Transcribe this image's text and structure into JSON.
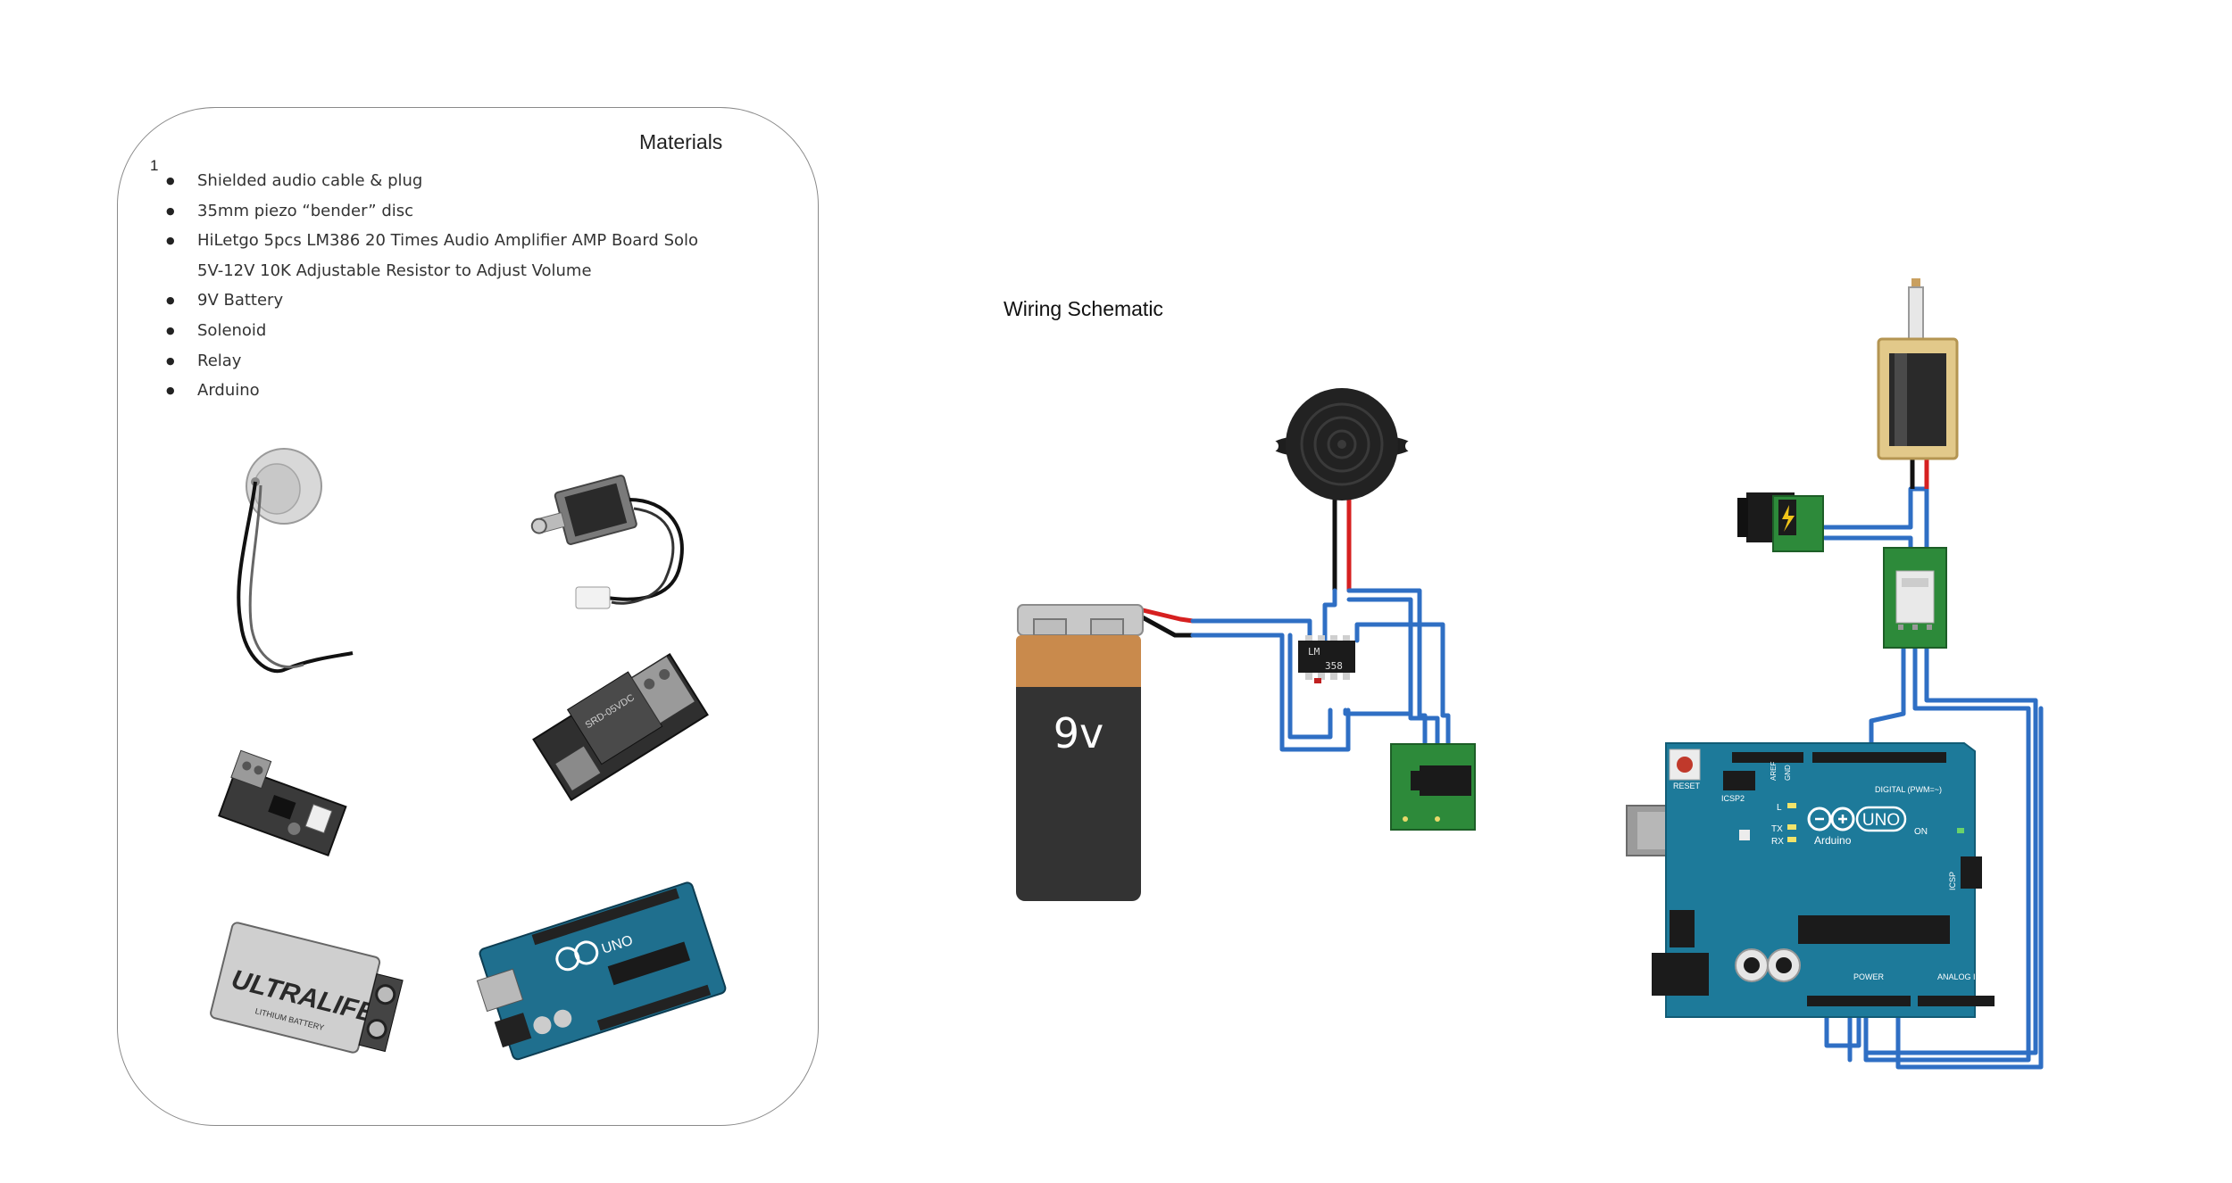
{
  "card": {
    "title": "Materials",
    "page_number": "1",
    "items": [
      "Shielded audio cable & plug",
      "35mm piezo “bender” disc",
      "HiLetgo 5pcs LM386 20 Times Audio Amplifier AMP Board Solo 5V-12V 10K Adjustable Resistor to Adjust Volume",
      "9V Battery",
      "Solenoid",
      "Relay",
      "Arduino"
    ],
    "photos": {
      "battery_brand": "ULTRALIFE",
      "battery_sub": "LITHIUM BATTERY",
      "arduino_label": "UNO",
      "relay_label": "SRD-05VDC"
    }
  },
  "schematic": {
    "title": "Wiring Schematic",
    "battery_label": "9v",
    "ic_label_top": "LM",
    "ic_label_bottom": "358",
    "arduino": {
      "logo_text": "UNO",
      "brand": "Arduino",
      "reset": "RESET",
      "icsp2": "ICSP2",
      "icsp": "ICSP",
      "digital": "DIGITAL (PWM=~)",
      "power": "POWER",
      "analog": "ANALOG IN",
      "on": "ON",
      "l": "L",
      "tx": "TX",
      "rx": "RX",
      "aref": "AREF",
      "gnd": "GND"
    }
  },
  "colors": {
    "wire": "#2f6fc4",
    "wire_red": "#d62020",
    "board_green": "#2d8a3a",
    "arduino_blue": "#1d7a9a",
    "battery_orange": "#c98a4c",
    "battery_dark": "#333333"
  }
}
